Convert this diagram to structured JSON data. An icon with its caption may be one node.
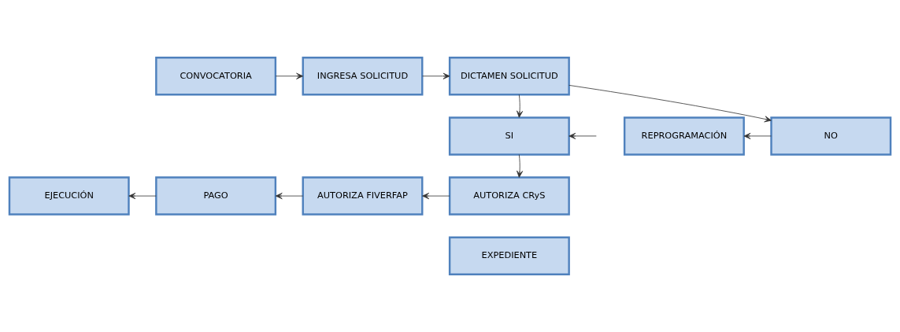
{
  "diagram": {
    "nodes": [
      {
        "text": [
          "CONVOCATORIA"
        ]
      },
      {
        "text": [
          "INGRESA SOLICITUD"
        ]
      },
      {
        "text": [
          "DICTAMEN SOLICITUD"
        ]
      },
      {
        "text": [
          "REPROGRAMACIÓN"
        ]
      },
      {
        "text": [
          "NO"
        ]
      },
      {
        "text": [
          "SI"
        ]
      },
      {
        "text": [
          "EJECUCIÓN"
        ]
      },
      {
        "text": [
          "PAGO"
        ]
      },
      {
        "text": [
          "AUTORIZA FIVERFAP"
        ]
      },
      {
        "text": [
          "AUTORIZA CRyS"
        ]
      },
      {
        "text": [
          "EXPEDIENTE"
        ]
      }
    ],
    "edges": [
      {
        "from": 0,
        "to": 1,
        "arrow": "to"
      },
      {
        "from": 1,
        "to": 2,
        "arrow": "to"
      },
      {
        "from": 2,
        "to": 4,
        "arrow": "to"
      },
      {
        "from": 2,
        "to": 5,
        "arrow": "to"
      },
      {
        "from": 4,
        "to": 3,
        "arrow": "to"
      },
      {
        "from": null,
        "to": 5,
        "arrow": "to"
      },
      {
        "from": 5,
        "to": 9,
        "arrow": "to"
      },
      {
        "from": 9,
        "to": 8,
        "arrow": "to"
      },
      {
        "from": 8,
        "to": 7,
        "arrow": "to"
      },
      {
        "from": 7,
        "to": 6,
        "arrow": "to"
      }
    ]
  }
}
